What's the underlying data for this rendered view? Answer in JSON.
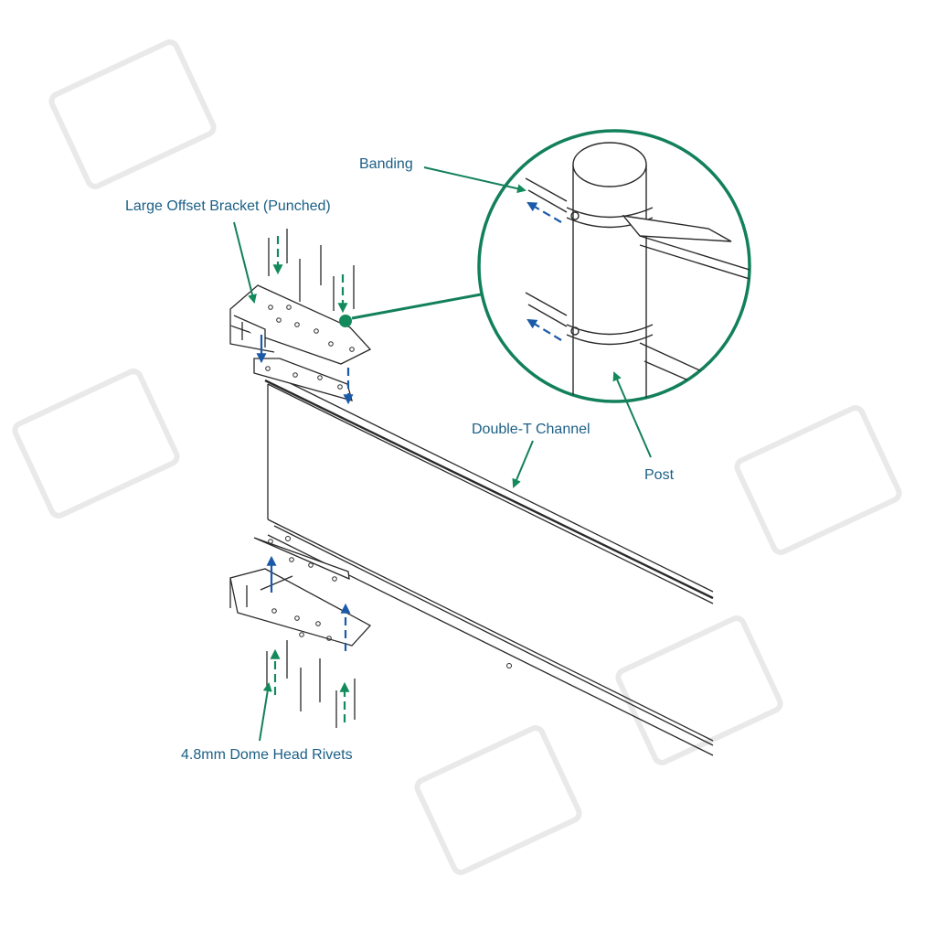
{
  "labels": {
    "banding": "Banding",
    "bracket": "Large Offset Bracket (Punched)",
    "channel": "Double-T Channel",
    "post": "Post",
    "rivets": "4.8mm Dome Head Rivets"
  },
  "colors": {
    "label_text": "#1b5f86",
    "leader": "#12805a",
    "arrow_green": "#138a5c",
    "arrow_blue": "#1b5aa8",
    "line": "#2a2a2a",
    "watermark": "#e6e6e6"
  },
  "icons": {
    "assembly": "exploded-assembly-drawing",
    "detail": "zoom-detail-circle"
  }
}
